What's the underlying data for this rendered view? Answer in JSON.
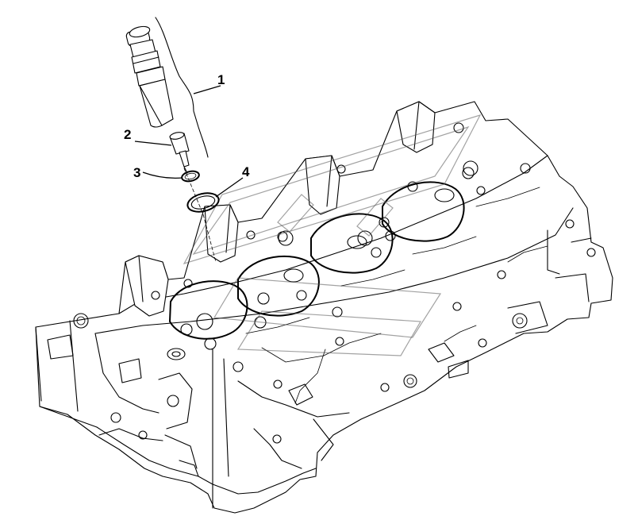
{
  "diagram": {
    "callouts": [
      {
        "id": "1",
        "label": "1"
      },
      {
        "id": "2",
        "label": "2"
      },
      {
        "id": "3",
        "label": "3"
      },
      {
        "id": "4",
        "label": "4"
      }
    ]
  },
  "colors": {
    "ink": "#000000",
    "background": "#ffffff",
    "watermark": "#555555"
  }
}
